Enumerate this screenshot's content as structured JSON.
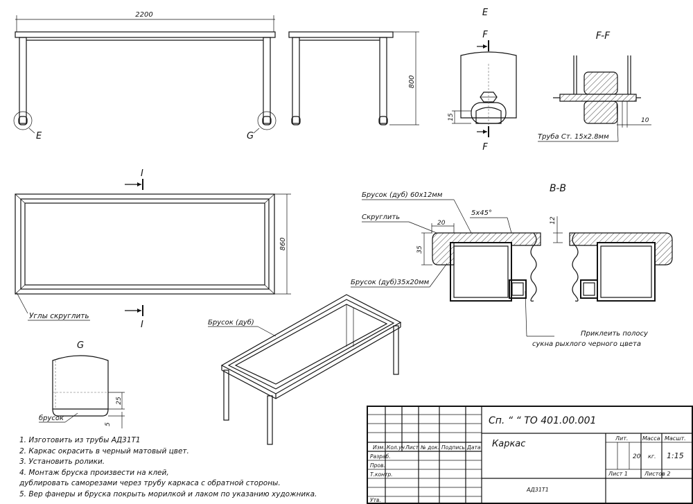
{
  "views": {
    "front": {
      "width_dim": "2200",
      "detail_e": "E",
      "detail_g": "G"
    },
    "side": {
      "height_dim": "800"
    },
    "detail_e": {
      "title": "E",
      "section_mark_top": "F",
      "section_mark_bottom": "F",
      "dim_15": "15"
    },
    "section_ff": {
      "title": "F-F",
      "dim_10": "10",
      "pipe_label": "Труба Ст. 15х2.8мм"
    },
    "plan": {
      "section_mark_top": "I",
      "section_mark_bottom": "I",
      "depth_dim": "860",
      "corner_note": "Углы скруглить"
    },
    "section_bb": {
      "title": "B-B",
      "bar_top_label": "Брусок (дуб) 60х12мм",
      "round_label": "Скруглить",
      "chamfer_label": "5х45°",
      "dim_20": "20",
      "dim_12": "12",
      "dim_35": "35",
      "bar_side_label": "Брусок (дуб)35х20мм",
      "glue_note_1": "Приклеить полосу",
      "glue_note_2": "сукна рыхлого черного цвета"
    },
    "iso": {
      "label": "Брусок (дуб)"
    },
    "detail_g": {
      "title": "G",
      "dim_25": "25",
      "dim_5": "5",
      "bar_label": "брусок"
    }
  },
  "notes": [
    "1. Изготовить из трубы АД31Т1",
    "2. Каркас окрасить в черный матовый цвет.",
    "3. Установить ролики.",
    "4. Монтаж бруска  произвести на клей,",
    "дублировать саморезами через трубу каркаса  с обратной стороны.",
    "5. Вер фанеры и бруска покрыть морилкой и лаком по указанию художника."
  ],
  "title_block": {
    "doc_code": "Сп. “     “ ТО 401.00.001",
    "name": "Каркас",
    "material": "АД31Т1",
    "headers": [
      "Изм.",
      "Кол.уч",
      "Лист",
      "№ док.",
      "Подпись",
      "Дата"
    ],
    "roles": [
      "Разраб.",
      "Пров.",
      "Т.контр.",
      "",
      "Утв."
    ],
    "lit_label": "Лит.",
    "mass_label": "Масса",
    "scale_label": "Масшт.",
    "mass_value": "20",
    "mass_unit": "кг.",
    "scale_value": "1:15",
    "sheet_label": "Лист 1",
    "sheets_label": "Листов 2"
  }
}
